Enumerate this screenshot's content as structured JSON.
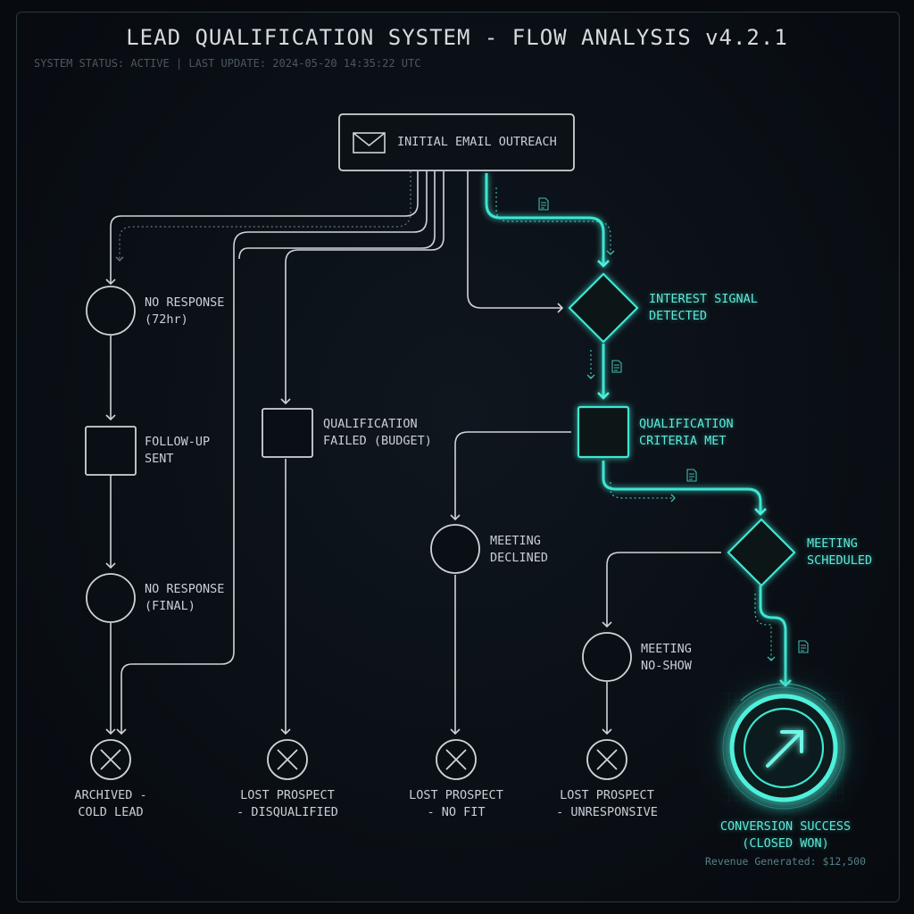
{
  "header": {
    "title": "LEAD QUALIFICATION SYSTEM - FLOW ANALYSIS v4.2.1",
    "status": "SYSTEM STATUS: ACTIVE | LAST UPDATE: 2024-05-20 14:35:22 UTC"
  },
  "nodes": {
    "start": "INITIAL EMAIL OUTREACH",
    "no_response_72": "NO RESPONSE\n(72hr)",
    "follow_up": "FOLLOW-UP\nSENT",
    "no_response_final": "NO RESPONSE\n(FINAL)",
    "qual_failed": "QUALIFICATION\nFAILED (BUDGET)",
    "interest": "INTEREST SIGNAL\nDETECTED",
    "qual_met": "QUALIFICATION\nCRITERIA MET",
    "meeting_declined": "MEETING\nDECLINED",
    "meeting_scheduled": "MEETING\nSCHEDULED",
    "meeting_noshow": "MEETING\nNO-SHOW"
  },
  "outcomes": {
    "archived": "ARCHIVED -\nCOLD LEAD",
    "disqualified": "LOST PROSPECT\n- DISQUALIFIED",
    "no_fit": "LOST PROSPECT\n- NO FIT",
    "unresponsive": "LOST PROSPECT\n- UNRESPONSIVE",
    "success": "CONVERSION SUCCESS\n(CLOSED WON)",
    "revenue": "Revenue Generated: $12,500"
  },
  "icons": {
    "start": "envelope-icon",
    "terminal": "x-circle-icon",
    "success": "arrow-up-right-icon",
    "transfer": "document-icon"
  },
  "colors": {
    "accent": "#3ee6d2",
    "line": "#cfd4d8",
    "background": "#0a0f15"
  }
}
